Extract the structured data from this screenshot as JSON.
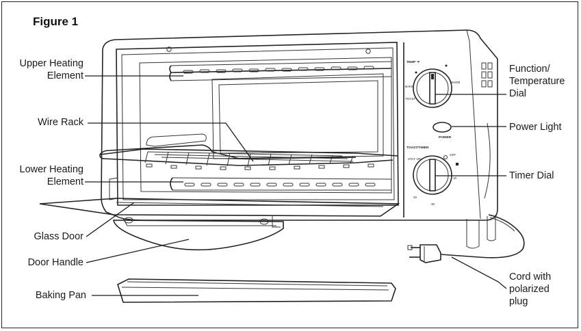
{
  "figure_title": "Figure 1",
  "labels": {
    "upper_heating_1": "Upper Heating",
    "upper_heating_2": "Element",
    "wire_rack": "Wire Rack",
    "lower_heating_1": "Lower Heating",
    "lower_heating_2": "Element",
    "glass_door": "Glass Door",
    "door_handle": "Door Handle",
    "baking_pan": "Baking Pan",
    "function_1": "Function/",
    "function_2": "Temperature",
    "function_3": "Dial",
    "power_light": "Power Light",
    "timer_dial": "Timer Dial",
    "cord_1": "Cord with",
    "cord_2": "polarized",
    "cord_3": "plug"
  },
  "dial_marks": {
    "temp_header": "TEMP °F",
    "bake": "BAKE",
    "toast": "TOAST",
    "warm": "WARM",
    "power": "POWER",
    "toast_timer": "TOAST/TIMER",
    "off": "OFF",
    "stay_on": "STAY ON",
    "t10": "10",
    "t20": "20",
    "t30": "30"
  }
}
